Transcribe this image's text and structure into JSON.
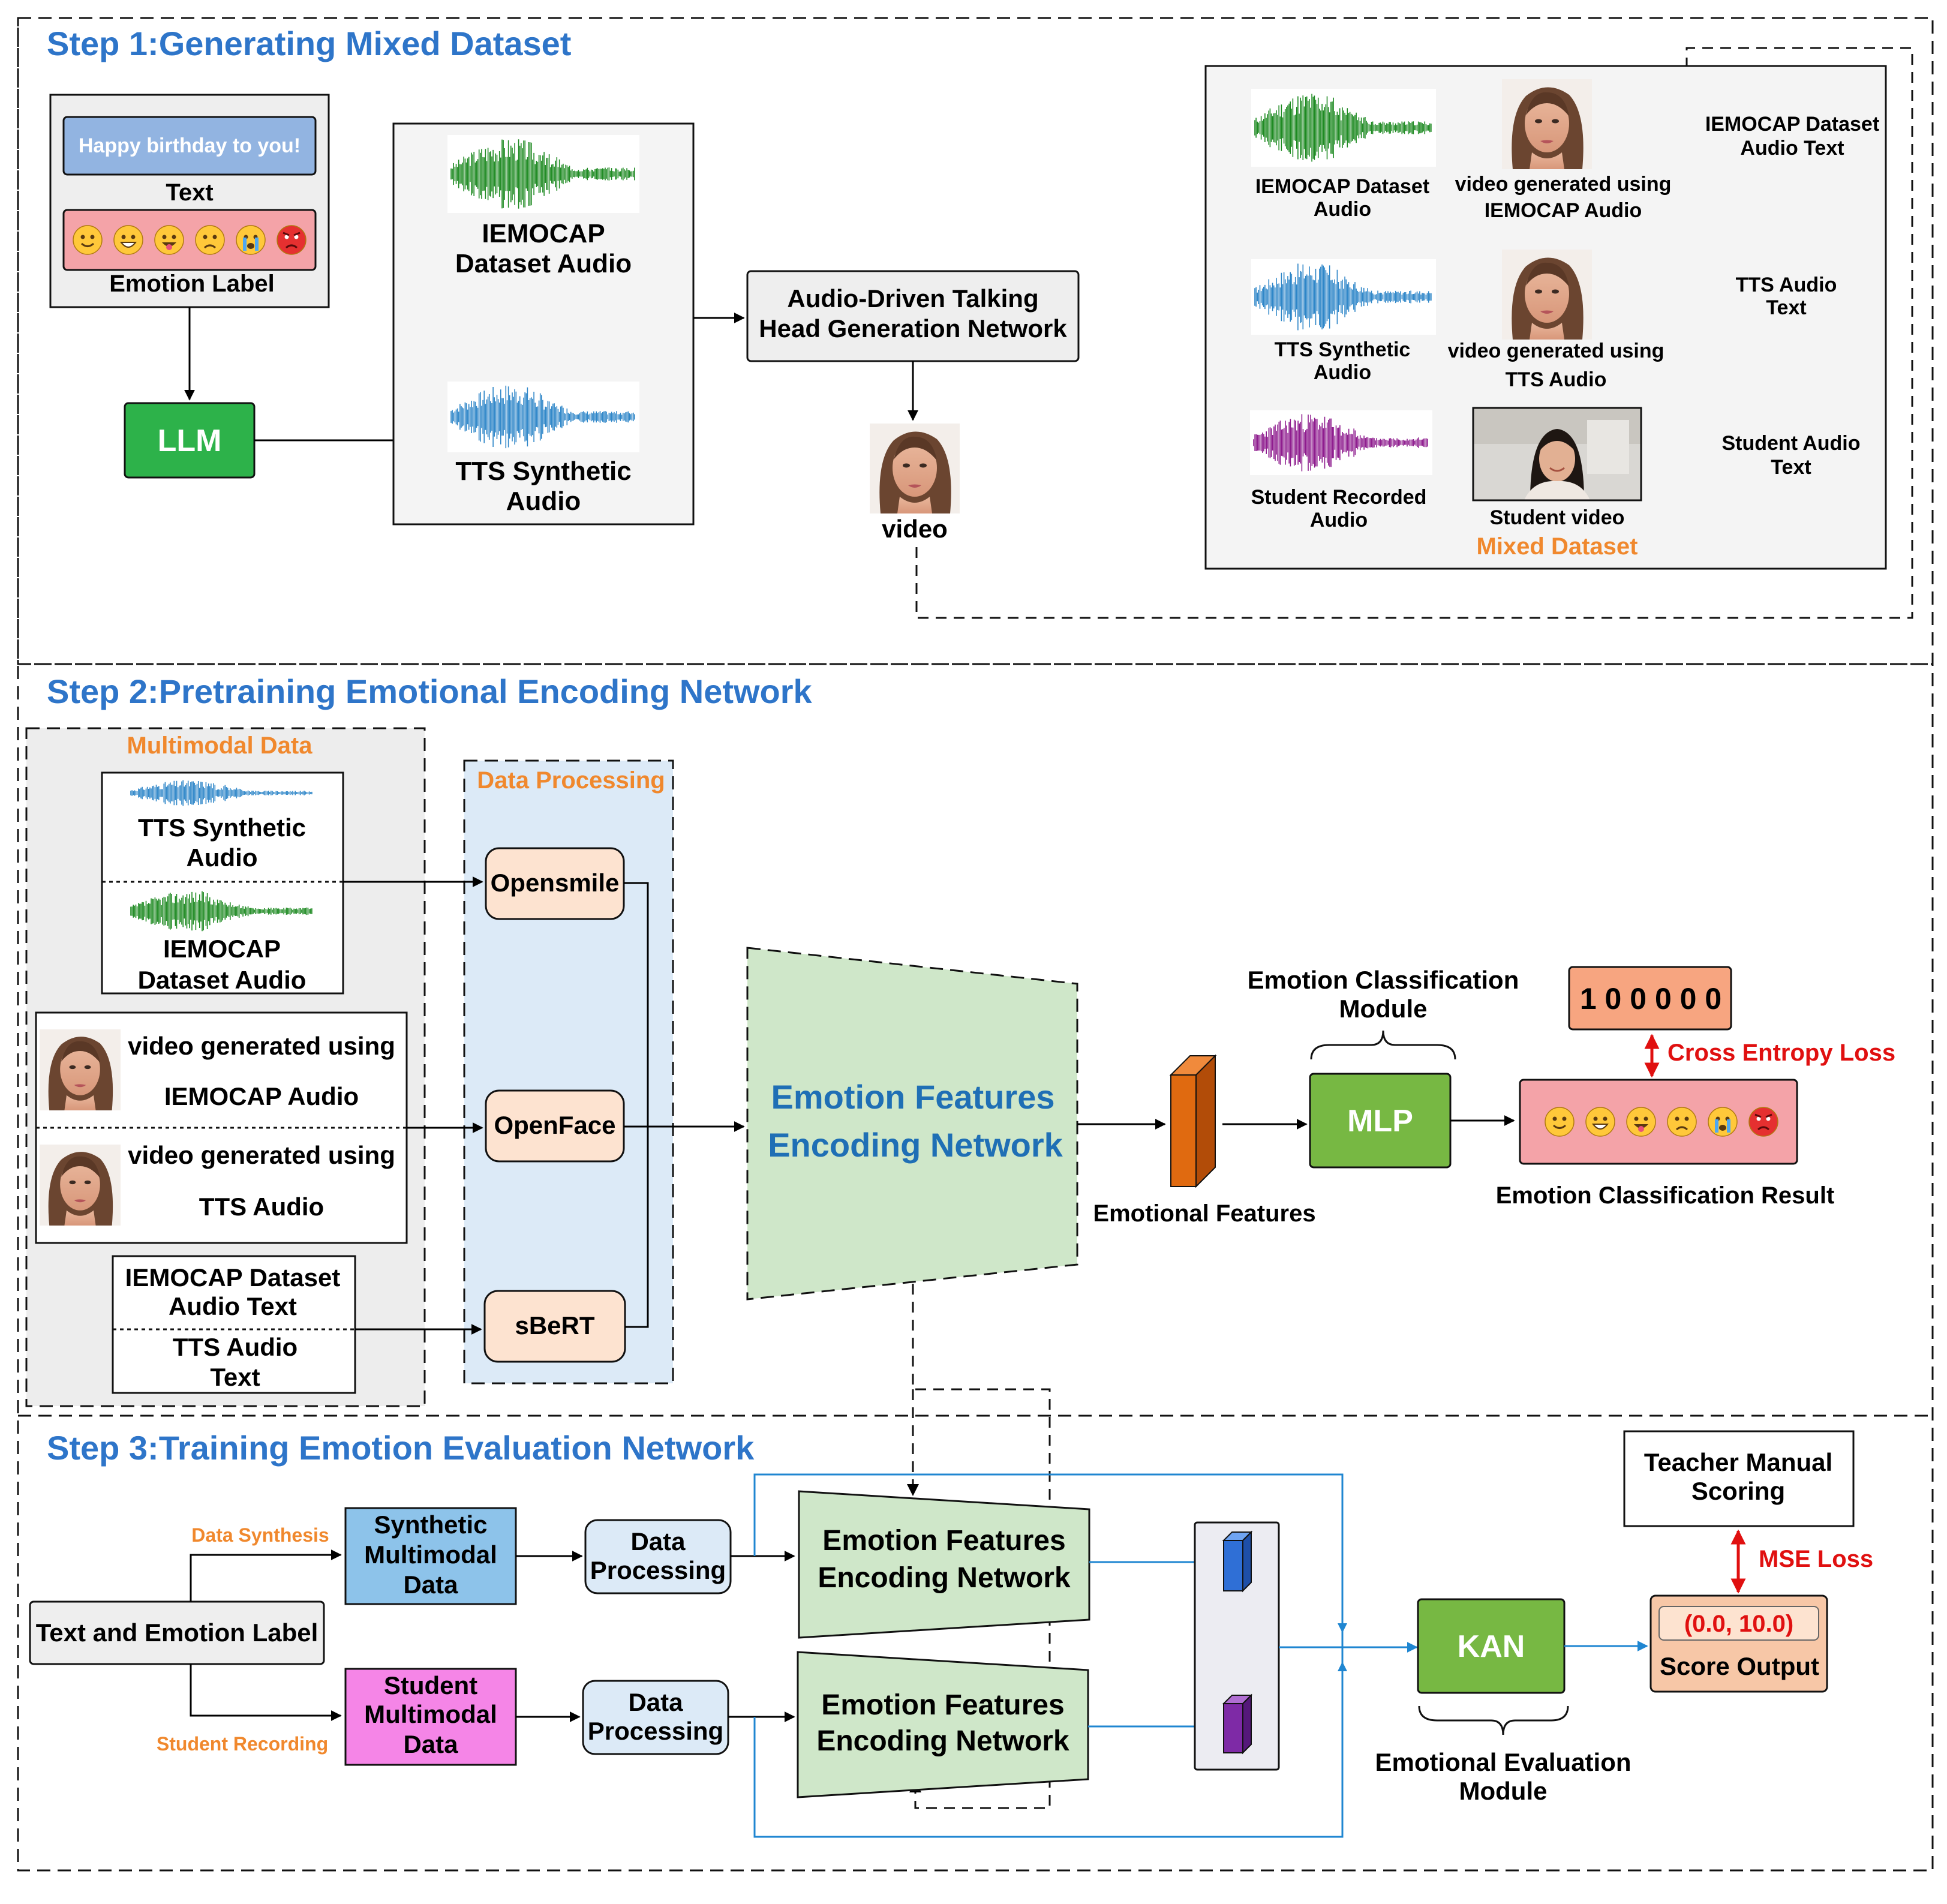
{
  "steps": {
    "s1": "Step 1:Generating Mixed Dataset",
    "s2": "Step 2:Pretraining Emotional Encoding Network",
    "s3": "Step 3:Training Emotion Evaluation Network"
  },
  "s1": {
    "happy_text": "Happy birthday to you!",
    "text_label": "Text",
    "emotion_label": "Emotion Label",
    "llm": "LLM",
    "iemocap_audio_1": "IEMOCAP",
    "iemocap_audio_2": "Dataset Audio",
    "tts_audio_1": "TTS Synthetic",
    "tts_audio_2": "Audio",
    "talking_head_1": "Audio-Driven Talking",
    "talking_head_2": "Head Generation Network",
    "video": "video",
    "mixed": {
      "r1_audio_1": "IEMOCAP Dataset",
      "r1_audio_2": "Audio",
      "r1_video_1": "video generated using",
      "r1_video_2": "IEMOCAP Audio",
      "r1_text_1": "IEMOCAP Dataset",
      "r1_text_2": "Audio Text",
      "r2_audio_1": "TTS Synthetic",
      "r2_audio_2": "Audio",
      "r2_video_1": "video generated using",
      "r2_video_2": "TTS  Audio",
      "r2_text_1": "TTS Audio",
      "r2_text_2": "Text",
      "r3_audio_1": "Student Recorded",
      "r3_audio_2": "Audio",
      "r3_video": "Student video",
      "r3_text_1": "Student Audio",
      "r3_text_2": "Text",
      "caption": "Mixed Dataset"
    }
  },
  "s2": {
    "multimodal": "Multimodal Data",
    "tts_1": "TTS Synthetic",
    "tts_2": "Audio",
    "iem_1": "IEMOCAP",
    "iem_2": "Dataset Audio",
    "vid1_1": "video generated using",
    "vid1_2": "IEMOCAP Audio",
    "vid2_1": "video generated using",
    "vid2_2": "TTS  Audio",
    "txt1_1": "IEMOCAP Dataset",
    "txt1_2": "Audio Text",
    "txt2_1": "TTS Audio",
    "txt2_2": "Text",
    "data_processing": "Data Processing",
    "opensmile": "Opensmile",
    "openface": "OpenFace",
    "sbert": "sBeRT",
    "encoder_1": "Emotion Features",
    "encoder_2": "Encoding Network",
    "emotional_features": "Emotional Features",
    "ecm_1": "Emotion Classification",
    "ecm_2": "Module",
    "mlp": "MLP",
    "onehot": "1 0 0 0 0 0",
    "ce_loss": "Cross Entropy Loss",
    "result": "Emotion Classification Result"
  },
  "s3": {
    "text_emotion": "Text and Emotion Label",
    "data_synthesis": "Data Synthesis",
    "student_recording": "Student Recording",
    "synth_1": "Synthetic",
    "synth_2": "Multimodal",
    "synth_3": "Data",
    "stud_1": "Student",
    "stud_2": "Multimodal",
    "stud_3": "Data",
    "dp_1": "Data",
    "dp_2": "Processing",
    "enc_1": "Emotion Features",
    "enc_2": "Encoding Network",
    "kan": "KAN",
    "eem_1": "Emotional Evaluation",
    "eem_2": "Module",
    "teacher_1": "Teacher Manual",
    "teacher_2": "Scoring",
    "mse": "MSE Loss",
    "range": "(0.0, 10.0)",
    "score": "Score Output"
  },
  "colors": {
    "step_title": "#2E75C9",
    "orange_label": "#F0882D",
    "red_label": "#E01010",
    "llm_green": "#2DB24A",
    "mlp_green": "#77B843",
    "encoder_green": "#CFE7C9",
    "peach": "#FDE3D0",
    "light_blue_panel": "#DCEAF7",
    "pink": "#F4A3A8",
    "onehot_salmon": "#F7A580",
    "audio_green": "#1E8A22",
    "audio_blue": "#2E86C8",
    "audio_purple": "#8E1C8E",
    "synth_blue": "#8DC3EA",
    "student_magenta": "#F585E7",
    "feature_orange": "#E06A10",
    "feature_blue": "#2F6FD6",
    "feature_purple": "#7E2AA6"
  }
}
